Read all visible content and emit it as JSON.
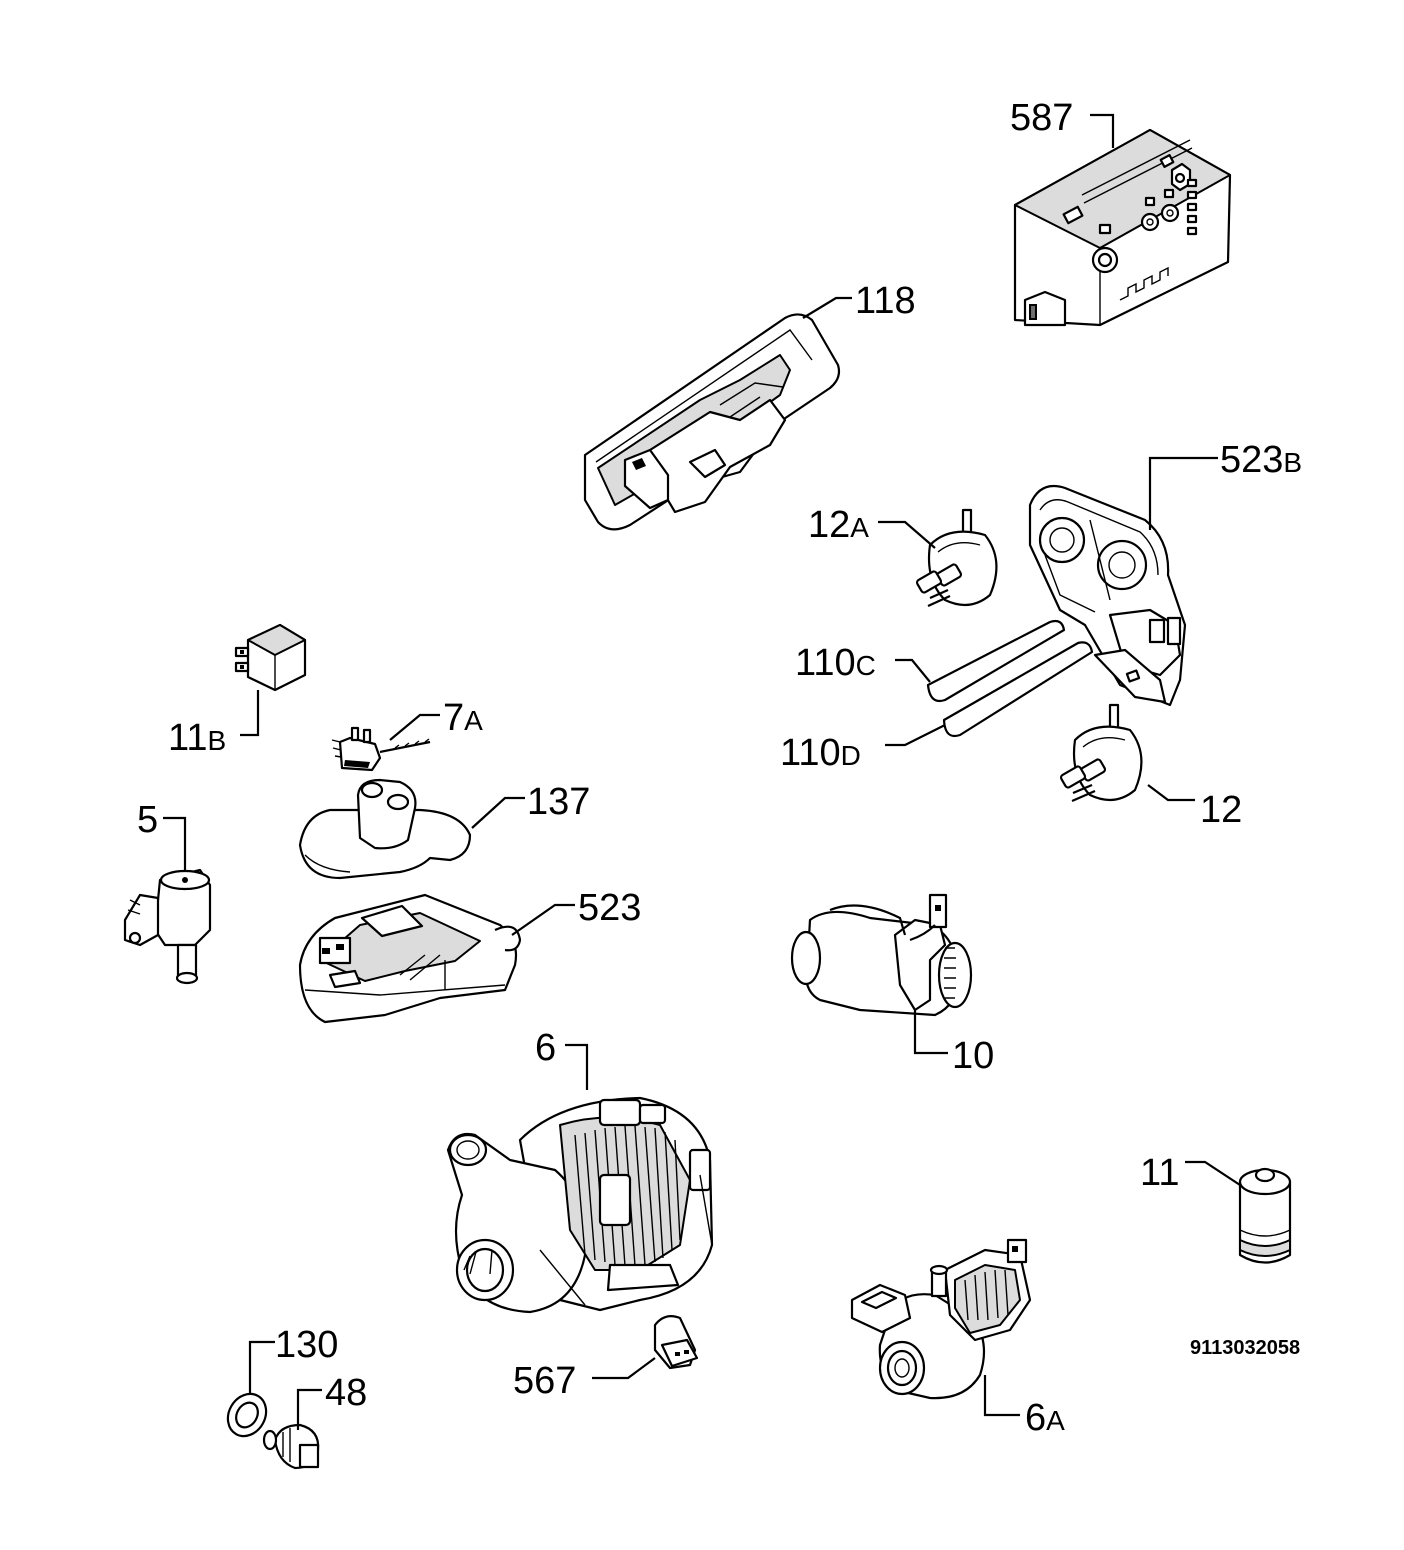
{
  "labels": {
    "l587": "587",
    "l118": "118",
    "l523b_num": "523",
    "l523b_suf": "B",
    "l12a_num": "12",
    "l12a_suf": "A",
    "l110c_num": "110",
    "l110c_suf": "C",
    "l110d_num": "110",
    "l110d_suf": "D",
    "l12": "12",
    "l11b_num": "11",
    "l11b_suf": "B",
    "l7a_num": "7",
    "l7a_suf": "A",
    "l5": "5",
    "l137": "137",
    "l523": "523",
    "l10": "10",
    "l6": "6",
    "l11": "11",
    "l130": "130",
    "l48": "48",
    "l567": "567",
    "l6a_num": "6",
    "l6a_suf": "A"
  },
  "document_number": "9113032058",
  "colors": {
    "line": "#000000",
    "background": "#ffffff",
    "shade": "#dcdcdc"
  }
}
